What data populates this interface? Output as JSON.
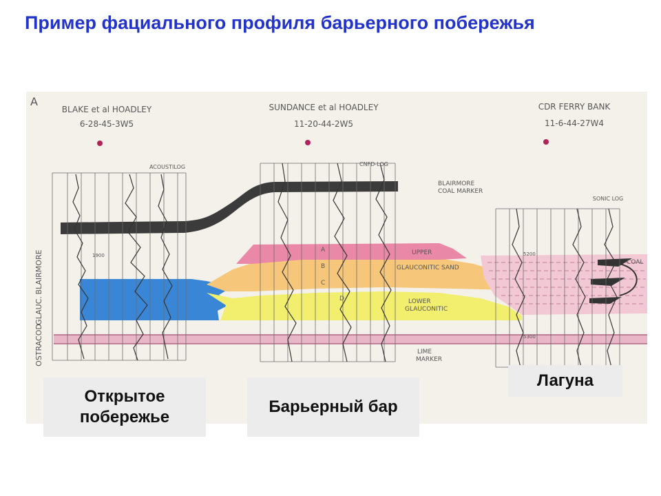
{
  "title": "Пример фациального профиля барьерного побережья",
  "figure_letter": "A",
  "wells": [
    {
      "name": "BLAKE et al HOADLEY",
      "loc": "6-28-45-3W5",
      "log": "ACOUSTILOG"
    },
    {
      "name": "SUNDANCE et al HOADLEY",
      "loc": "11-20-44-2W5",
      "log": "CNFD-LOG"
    },
    {
      "name": "CDR FERRY BANK",
      "loc": "11-6-44-27W4",
      "log": "SONIC LOG"
    }
  ],
  "formations": [
    "BLAIRMORE",
    "GLAUC.",
    "OSTRACOD"
  ],
  "annotations": {
    "coal_marker_1": "BLAIRMORE",
    "coal_marker_2": "COAL MARKER",
    "upper": "UPPER",
    "glauconitic_sand": "GLAUCONITIC SAND",
    "lower_1": "LOWER",
    "lower_2": "GLAUCONITIC",
    "lime_1": "LIME",
    "lime_2": "MARKER",
    "coal": "COAL",
    "unit_a": "A",
    "unit_b": "B",
    "unit_c": "C",
    "unit_d": "D",
    "depth_1900": "1900",
    "depth_5200": "5200",
    "depth_5300": "5300"
  },
  "labels": {
    "open_coast": "Открытое побережье",
    "barrier_bar": "Барьерный бар",
    "lagoon": "Лагуна"
  }
}
